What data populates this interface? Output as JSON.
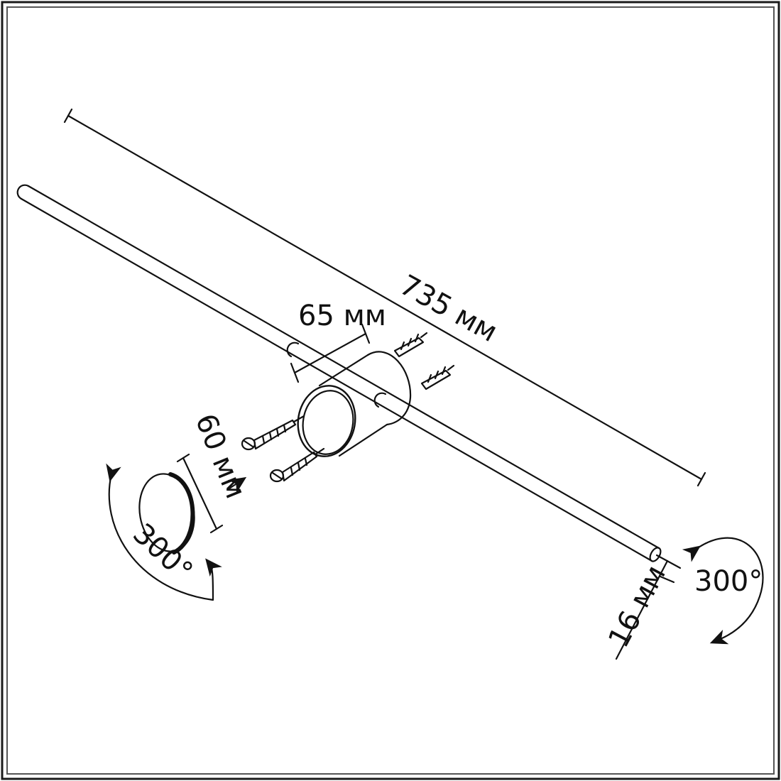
{
  "diagram": {
    "dimensions": {
      "length": "735 мм",
      "mount_width": "65 мм",
      "backplate_diameter": "60 мм",
      "tube_diameter": "16 мм"
    },
    "rotation": {
      "left": "300°",
      "right": "300°"
    }
  },
  "colors": {
    "line": "#111111",
    "background": "#ffffff",
    "frame_outer": "#1a1a1a",
    "frame_inner": "#555555"
  }
}
